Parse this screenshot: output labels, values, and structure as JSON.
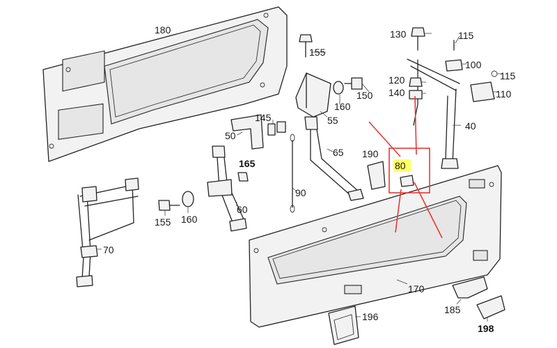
{
  "labels": {
    "p180": "180",
    "p155a": "155",
    "p130": "130",
    "p115a": "115",
    "p100": "100",
    "p120": "120",
    "p140": "140",
    "p115b": "115",
    "p110": "110",
    "p150": "150",
    "p160a": "160",
    "p145": "145",
    "p55": "55",
    "p50": "50",
    "p40": "40",
    "p65": "65",
    "p190": "190",
    "p80": "80",
    "p165": "165",
    "p90": "90",
    "p155b": "155",
    "p160b": "160",
    "p60": "60",
    "p70": "70",
    "p170": "170",
    "p185": "185",
    "p196": "196",
    "p198": "198"
  },
  "colors": {
    "highlight_box": "#e53935",
    "highlight_label": "#ffff66",
    "arrows": "#e53935"
  }
}
